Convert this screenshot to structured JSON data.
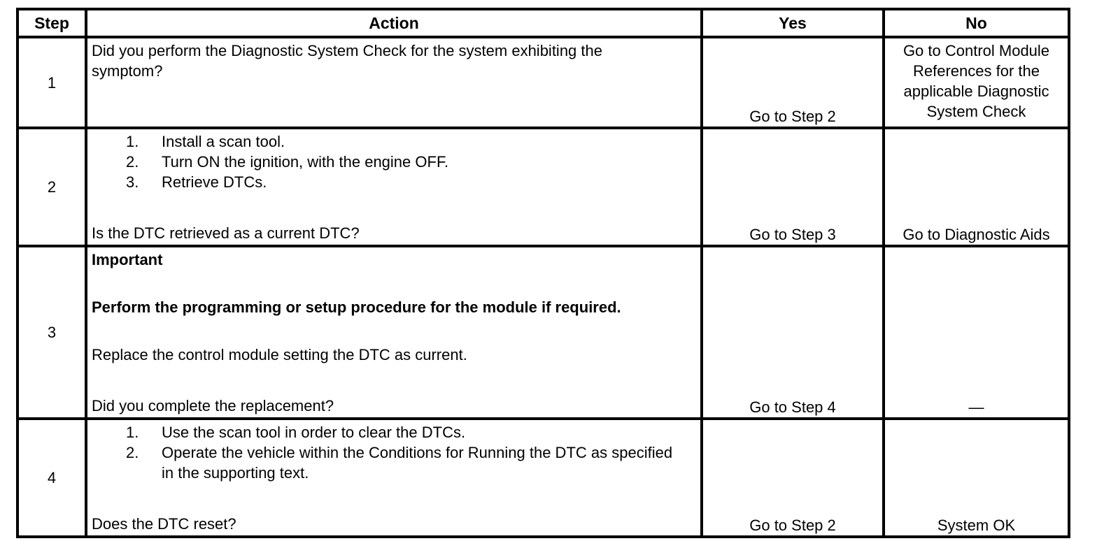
{
  "headers": {
    "step": "Step",
    "action": "Action",
    "yes": "Yes",
    "no": "No"
  },
  "rows": [
    {
      "step": "1",
      "action_text": "Did you perform the Diagnostic System Check for the system exhibiting the symptom?",
      "yes": "Go to Step 2",
      "no": "Go to Control Module References for the applicable Diagnostic System Check"
    },
    {
      "step": "2",
      "items": [
        {
          "num": "1.",
          "text": "Install a scan tool."
        },
        {
          "num": "2.",
          "text": "Turn ON the ignition, with the engine OFF."
        },
        {
          "num": "3.",
          "text": "Retrieve DTCs."
        }
      ],
      "question": "Is the DTC retrieved as a current DTC?",
      "yes": "Go to Step 3",
      "no": "Go to Diagnostic Aids"
    },
    {
      "step": "3",
      "important_label": "Important",
      "important_text": "Perform the programming or setup procedure for the module if required.",
      "instruction": "Replace the control module setting the DTC as current.",
      "question": "Did you complete the replacement?",
      "yes": "Go to Step 4",
      "no": "—"
    },
    {
      "step": "4",
      "items": [
        {
          "num": "1.",
          "text": "Use the scan tool in order to clear the DTCs."
        },
        {
          "num": "2.",
          "text": "Operate the vehicle within the Conditions for Running the DTC as specified in the supporting text."
        }
      ],
      "question": "Does the DTC reset?",
      "yes": "Go to Step 2",
      "no": "System OK"
    }
  ]
}
